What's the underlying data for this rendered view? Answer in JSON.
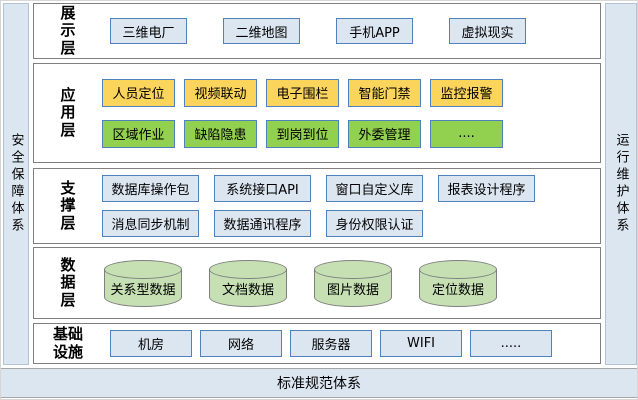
{
  "pillars": {
    "left": "安全保障体系",
    "right": "运行维护体系",
    "bottom": "标准规范体系"
  },
  "layers": [
    {
      "name": "展示层",
      "label": "展\n示\n层",
      "rows": [
        [
          "三维电厂",
          "二维地图",
          "手机APP",
          "虚拟现实"
        ]
      ]
    },
    {
      "name": "应用层",
      "label": "应\n用\n层",
      "rows": [
        [
          "人员定位",
          "视频联动",
          "电子围栏",
          "智能门禁",
          "监控报警"
        ],
        [
          "区域作业",
          "缺陷隐患",
          "到岗到位",
          "外委管理",
          "...."
        ]
      ]
    },
    {
      "name": "支撑层",
      "label": "支\n撑\n层",
      "rows": [
        [
          "数据库操作包",
          "系统接口API",
          "窗口自定义库",
          "报表设计程序"
        ],
        [
          "消息同步机制",
          "数据通讯程序",
          "身份权限认证"
        ]
      ]
    },
    {
      "name": "数据层",
      "label": "数\n据\n层",
      "rows": [
        [
          "关系型数据",
          "文档数据",
          "图片数据",
          "定位数据"
        ]
      ]
    },
    {
      "name": "基础设施",
      "label": "基础\n设施",
      "rows": [
        [
          "机房",
          "网络",
          "服务器",
          "WIFI",
          "....."
        ]
      ]
    }
  ],
  "colors": {
    "pillar_fill": "#dce6f1",
    "band_border": "#7f7f7f",
    "box_blue_fill": "#dce6f1",
    "box_border_blue": "#4f81bd",
    "box_yellow_fill": "#fbd45c",
    "box_green_fill": "#92d050",
    "cylinder_fill": "#c6e0b4",
    "cylinder_border": "#7f7f7f"
  }
}
